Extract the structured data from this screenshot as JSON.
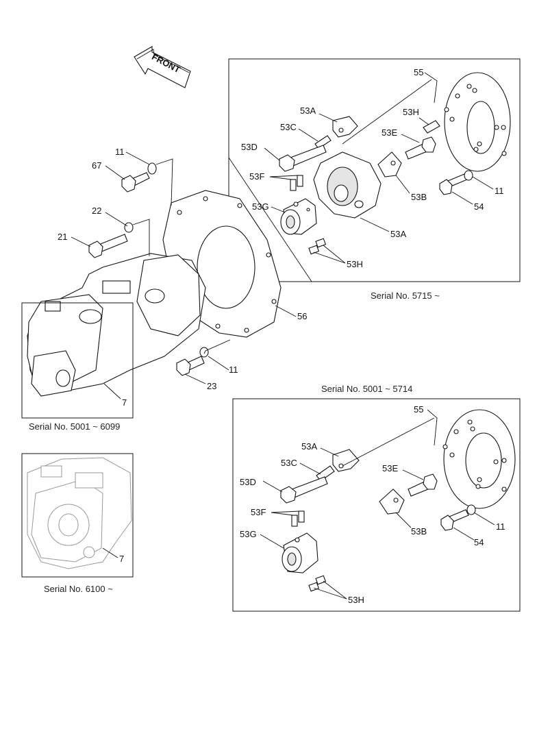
{
  "front_label": "FRONT",
  "captions": {
    "upper_right": "Serial No. 5715 ~",
    "lower_right": "Serial No. 5001 ~ 5714",
    "left_main": "Serial No. 5001 ~ 6099",
    "left_inset": "Serial No. 6100 ~"
  },
  "main_labels": {
    "l11a": "11",
    "l67": "67",
    "l22": "22",
    "l21": "21",
    "l7": "7",
    "l56": "56",
    "l11b": "11",
    "l23": "23"
  },
  "upper_box_labels": {
    "l55": "55",
    "l53H_top": "53H",
    "l53A_top": "53A",
    "l53C": "53C",
    "l53E": "53E",
    "l53D": "53D",
    "l53F": "53F",
    "l53G": "53G",
    "l53B": "53B",
    "l11": "11",
    "l54": "54",
    "l53A_bot": "53A",
    "l53H_bot": "53H"
  },
  "lower_box_labels": {
    "l55": "55",
    "l53A": "53A",
    "l53C": "53C",
    "l53E": "53E",
    "l53D": "53D",
    "l53F": "53F",
    "l53B": "53B",
    "l11": "11",
    "l53G": "53G",
    "l54": "54",
    "l53H": "53H"
  },
  "inset_label": "7"
}
